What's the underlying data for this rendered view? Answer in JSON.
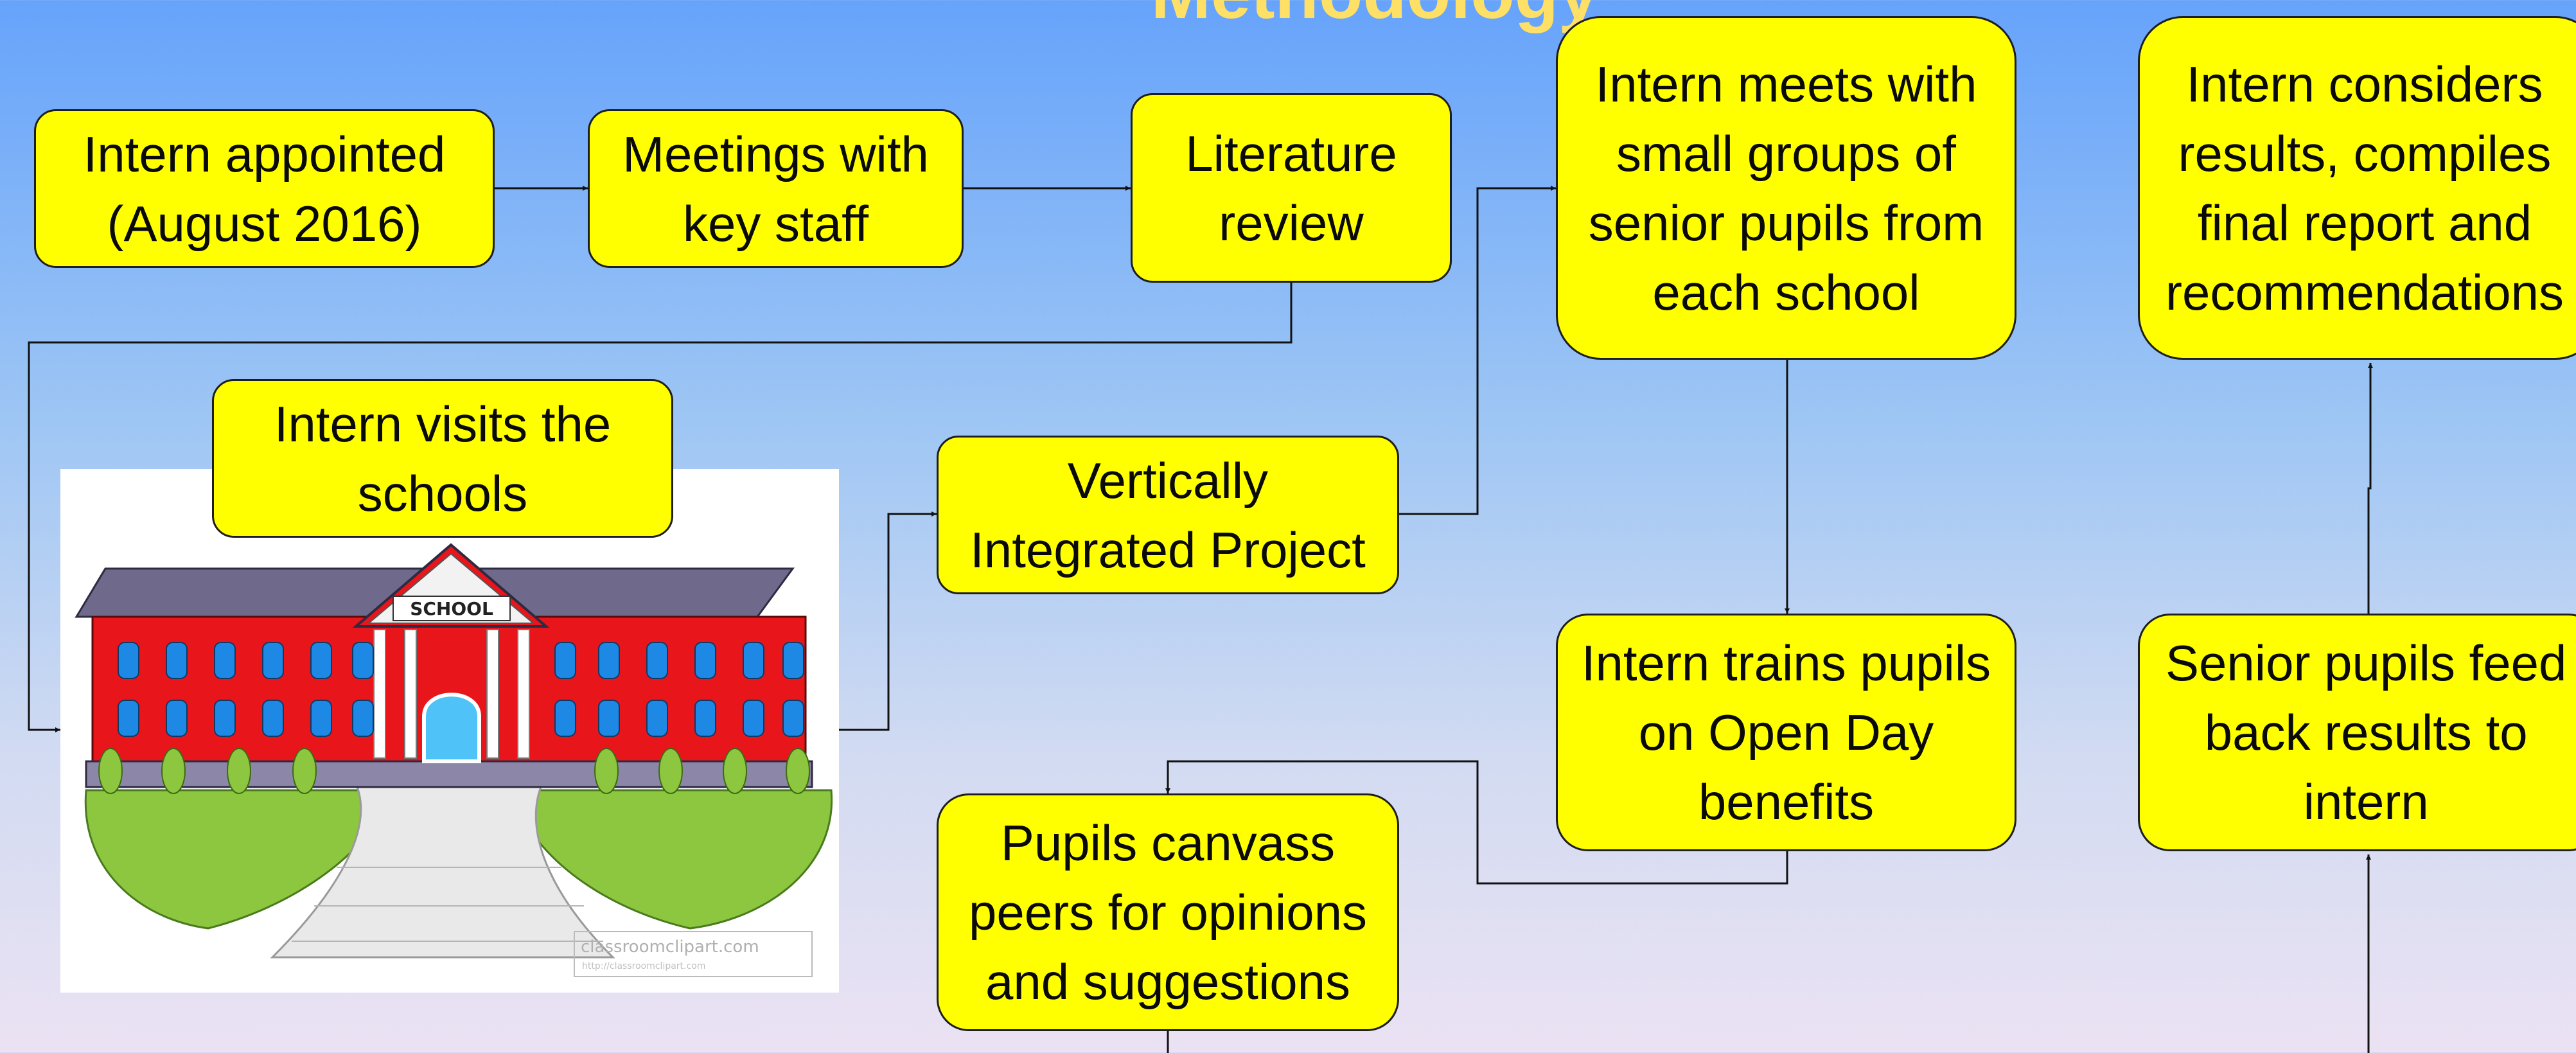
{
  "title": "Methodology",
  "steps": {
    "appointed": "Intern appointed\n(August 2016)",
    "meetings": "Meetings with\nkey staff",
    "literature": "Literature\nreview",
    "visits": "Intern visits the\nschools",
    "vip": "Vertically\nIntegrated Project",
    "small_groups": "Intern meets with\nsmall groups of\nsenior pupils from\neach school",
    "trains": "Intern trains pupils\non Open Day\nbenefits",
    "canvass": "Pupils canvass\npeers for opinions\nand suggestions",
    "feedback": "Senior pupils feed\nback results to\nintern",
    "report": "Intern considers\nresults, compiles\nfinal report and\nrecommendations"
  },
  "illustration": {
    "sign": "SCHOOL",
    "watermark": "classroomclipart.com",
    "watermark_url": "http://classroomclipart.com"
  },
  "colors": {
    "box_fill": "#ffff00",
    "title": "#ffe066",
    "school_wall": "#e8151b"
  }
}
